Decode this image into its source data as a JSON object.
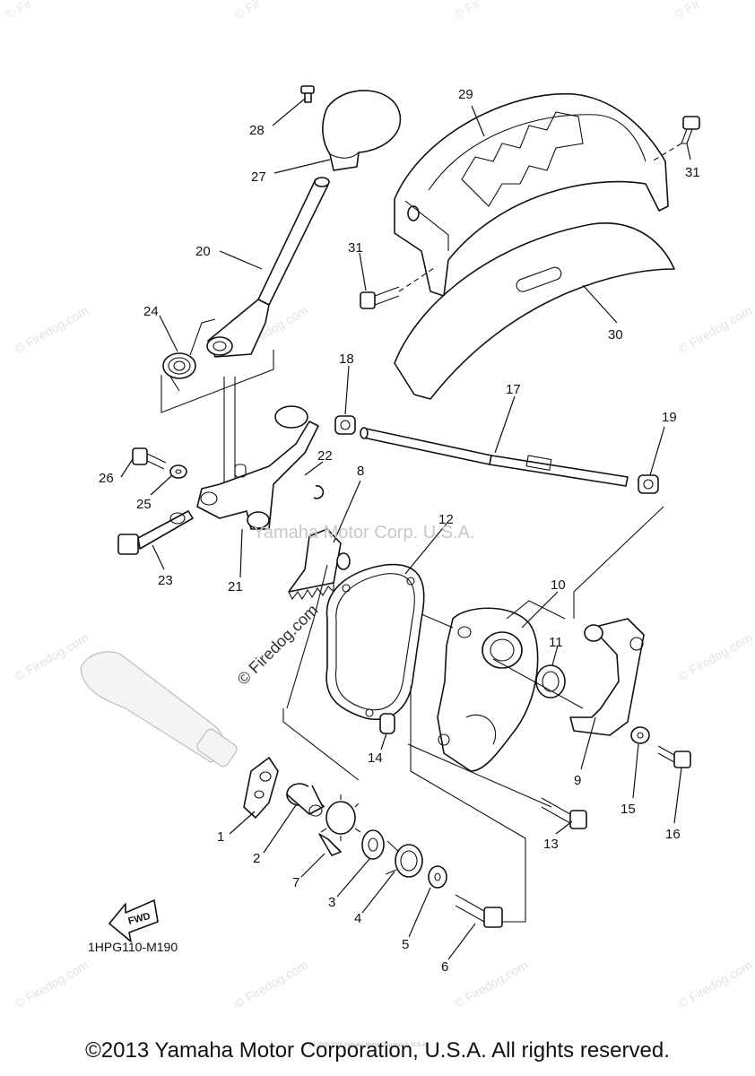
{
  "diagram": {
    "code": "1HPG110-M190",
    "direction_badge": "FWD",
    "copyright": "©2013 Yamaha Motor Corporation, U.S.A. All rights reserved.",
    "tiny_credit": "(c) 2005-2015 Yamaha Motor Corporation, U.S.A.",
    "watermark_center": "Yamaha Motor Corp. U.S.A.",
    "watermark_firedog": "© Firedog.com",
    "watermark_corner": "© Fir",
    "callouts": {
      "c1": "1",
      "c2": "2",
      "c3": "3",
      "c4": "4",
      "c5": "5",
      "c6": "6",
      "c7": "7",
      "c8": "8",
      "c9": "9",
      "c10": "10",
      "c11": "11",
      "c12": "12",
      "c13": "13",
      "c14": "14",
      "c15": "15",
      "c16": "16",
      "c17": "17",
      "c18": "18",
      "c19": "19",
      "c20": "20",
      "c21": "21",
      "c22": "22",
      "c23": "23",
      "c24": "24",
      "c25": "25",
      "c26": "26",
      "c27": "27",
      "c28": "28",
      "c29": "29",
      "c30": "30",
      "c31a": "31",
      "c31b": "31"
    }
  }
}
